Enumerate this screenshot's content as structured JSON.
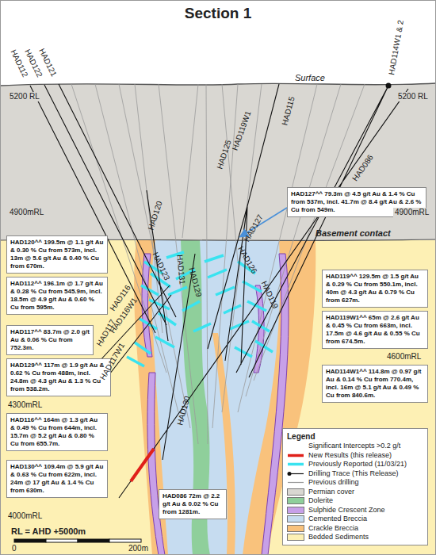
{
  "diagram": {
    "title": "Section 1",
    "nodes": [
      {
        "text": [
          "HAD127^^ 79.3m @ 4.5 g/t Au & 1.4 % Cu from 537m, incl. 41.7m @ 8.4 g/t Au & 2.6 % Cu from 549m."
        ]
      },
      {
        "text": [
          "HAD120^^ 199.5m @ 1.1 g/t Au & 0.30 % Cu from 573m, incl. 13m @ 5.6 g/t Au & 0.40 % Cu from 670m."
        ]
      },
      {
        "text": [
          "HAD112^^ 196.1m @ 1.7 g/t Au & 0.28 % Cu from 545.9m, incl. 18.5m @ 4.9 g/t Au & 0.60 % Cu from 595m."
        ]
      },
      {
        "text": [
          "HAD119^^ 129.5m @ 1.5 g/t Au & 0.29 % Cu from 550.1m, incl. 40m @ 4.3 g/t Au & 0.79 % Cu from 627m."
        ]
      },
      {
        "text": [
          "HAD117^^ 83.7m @ 2.0 g/t Au & 0.06 % Cu from 752.3m."
        ]
      },
      {
        "text": [
          "HAD119W1^^ 65m @ 2.6 g/t Au & 0.45 % Cu from 663m, incl. 17.5m @ 4.6 g/t Au & 0.55 % Cu from 674.5m."
        ]
      },
      {
        "text": [
          "HAD114W1^^ 114.8m @ 0.97 g/t Au & 0.14 % Cu from 770.4m, incl. 16m @ 5.1 g/t Au & 0.49 % Cu from 840.6m."
        ]
      },
      {
        "text": [
          "HAD129^^ 117m @ 1.9 g/t Au & 0.62 % Cu from 488m, incl. 24.8m @ 4.3 g/t Au & 1.3 % Cu from 538.2m."
        ]
      },
      {
        "text": [
          "HAD116^^ 164m @ 1.3 g/t Au & 0.49 % Cu from 644m, incl. 15.7m @ 5.2 g/t Au & 0.80 % Cu from 655.7m."
        ]
      },
      {
        "text": [
          "HAD130^^ 109.4m @ 5.9 g/t Au & 0.63 % Cu from 622m, incl. 24m @ 17 g/t Au & 1.4 % Cu from 630m."
        ]
      },
      {
        "text": [
          "HAD086 72m @ 2.2 g/t Au & 0.02 % Cu from 1281m."
        ]
      }
    ],
    "labels": [
      "Surface",
      "5200 RL",
      "5200 RL",
      "4900mRL",
      "4900mRL",
      "Basement contact",
      "4600mRL",
      "4300mRL",
      "4000mRL",
      "RL = AHD +5000m",
      "0",
      "200m",
      "Legend",
      "HAD112",
      "HAD122",
      "HAD121",
      "HAD115",
      "HAD114W1 & 2",
      "HAD086",
      "HAD120",
      "HAD125",
      "HAD119W1",
      "HAD123",
      "HAD131",
      "HAD129",
      "HAD127",
      "HAD126",
      "HAD119",
      "HAD116",
      "HAD116W1",
      "HAD117",
      "HAD117W1",
      "HAD130"
    ],
    "legend": [
      {
        "text": "Significant Intercepts >0.2 g/t"
      },
      {
        "text": "New Results (this release)"
      },
      {
        "text": "Previously Reported (11/03/21)"
      },
      {
        "text": "Drilling Trace (This Release)"
      },
      {
        "text": "Previous drilling"
      },
      {
        "text": "Permian cover",
        "color": "#d9d7d2"
      },
      {
        "text": "Dolerite",
        "color": "#8fcf9b"
      },
      {
        "text": "Sulphide Crescent Zone",
        "color": "#c7a0e8"
      },
      {
        "text": "Cemented Breccia",
        "color": "#c6dcf0"
      },
      {
        "text": "Crackle Breccia",
        "color": "#f9c27c"
      },
      {
        "text": "Bedded Sediments",
        "color": "#fdf0b4"
      }
    ]
  }
}
